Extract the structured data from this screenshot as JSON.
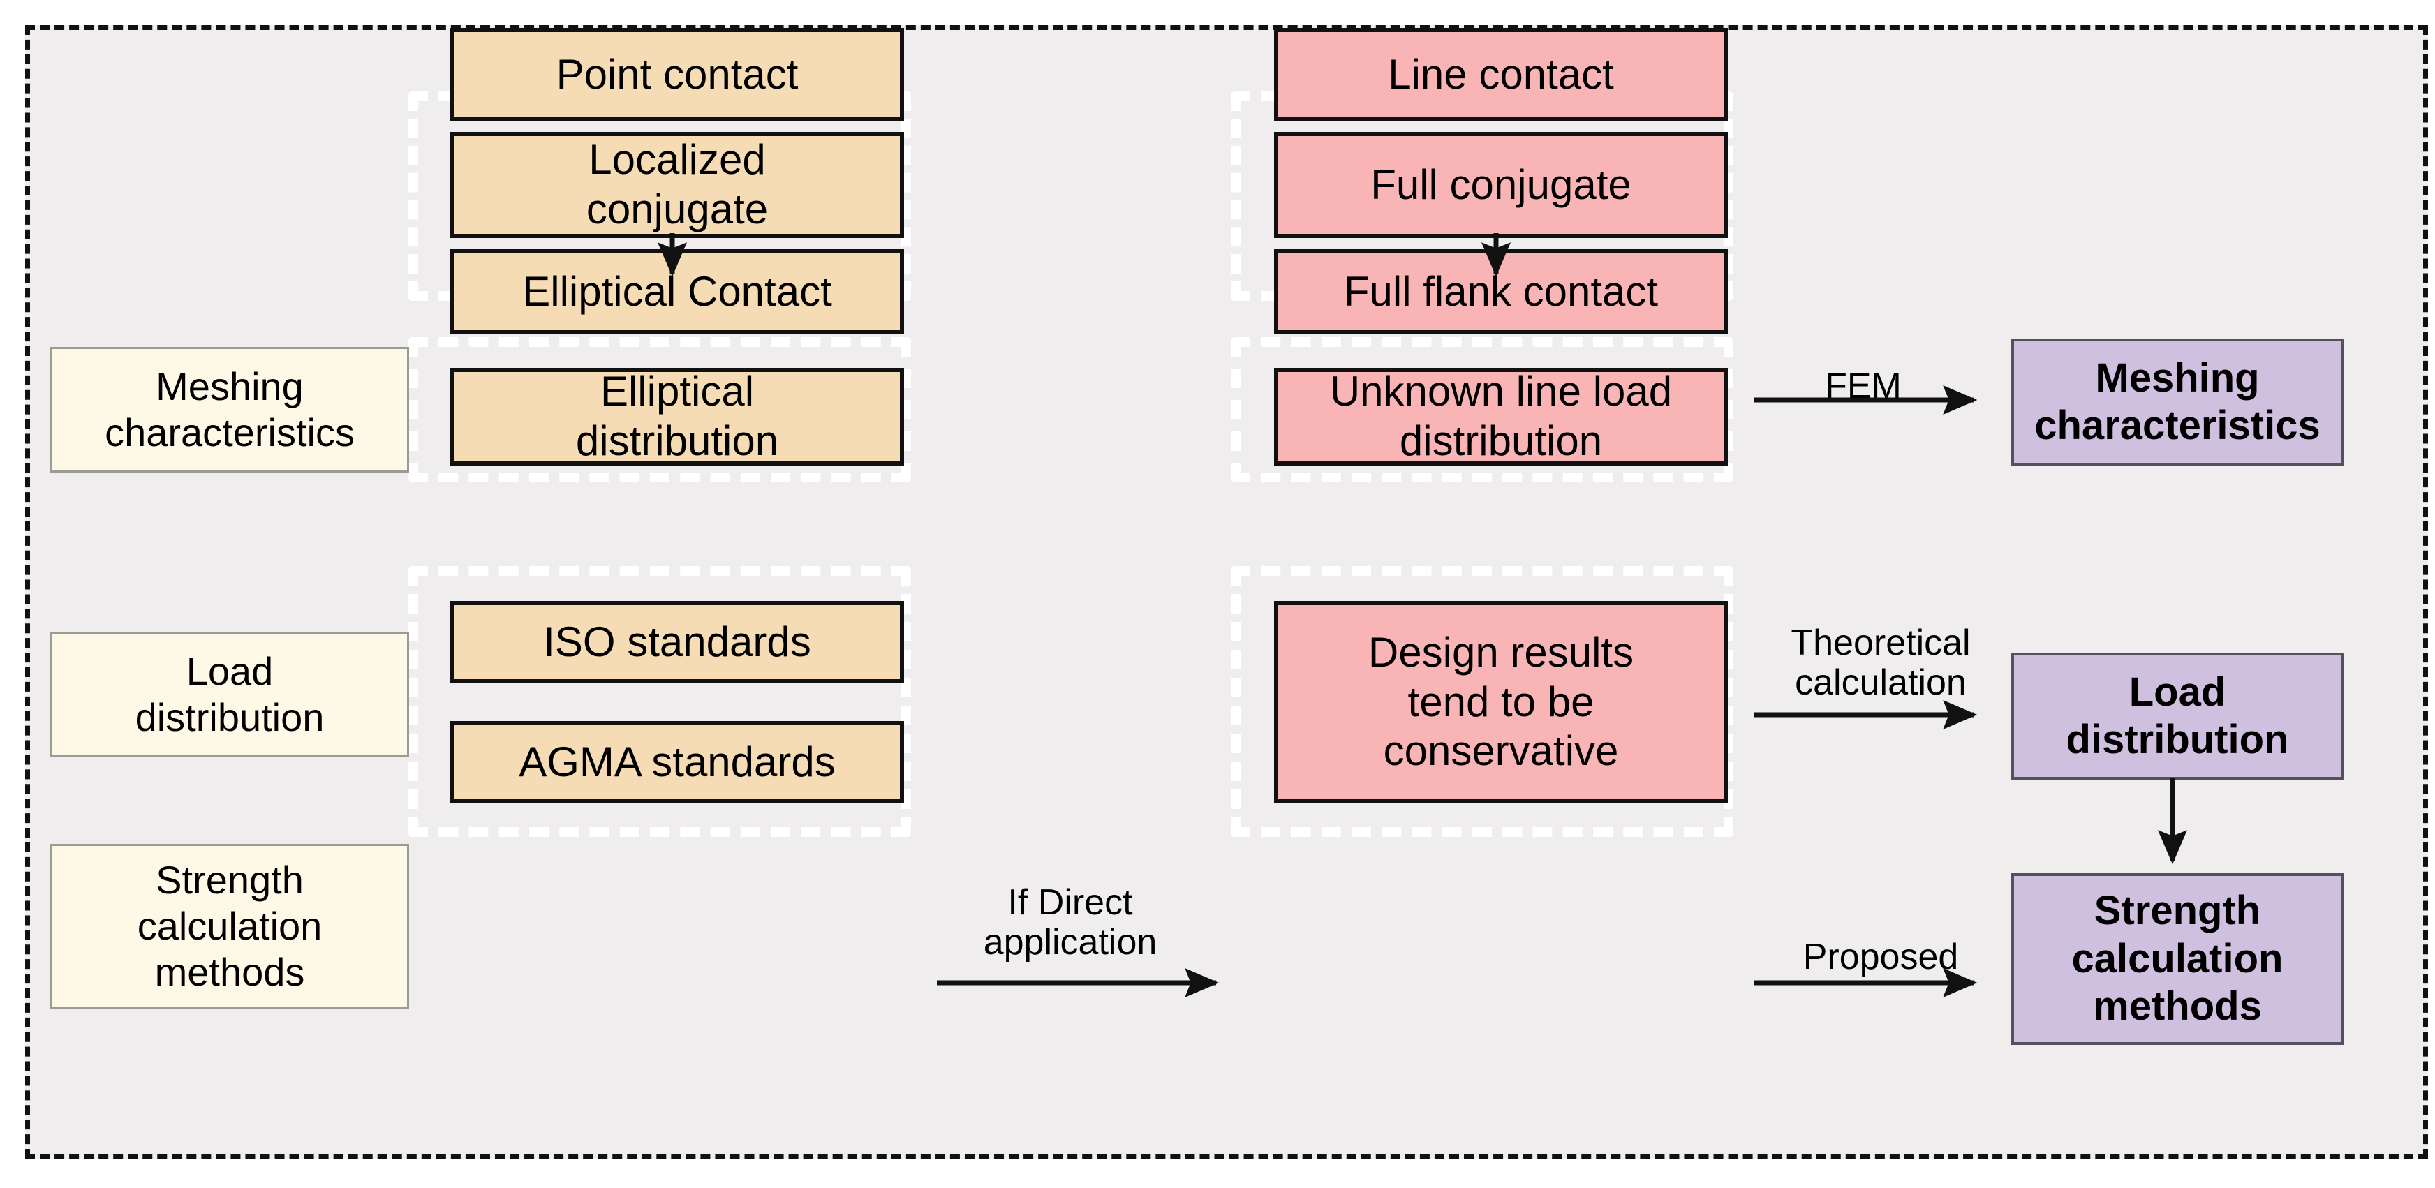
{
  "diagram": {
    "title": "Point contact vs line contact gear design flowchart",
    "background_color": "#efedee",
    "frame_border_color": "#111111",
    "colors": {
      "point_contact_fill": "#f6dcb5",
      "line_contact_fill": "#f9b5b5",
      "result_fill": "#cfc0e0",
      "row_label_fill": "#fdf9e6",
      "group_dash_color": "#ffffff",
      "stroke": "#111111"
    },
    "column_headers": [
      {
        "id": "point-contact",
        "label": "Point contact",
        "type": "tan"
      },
      {
        "id": "line-contact",
        "label": "Line contact",
        "type": "pink"
      }
    ],
    "row_labels": [
      {
        "id": "meshing-characteristics",
        "label": "Meshing\ncharacteristics"
      },
      {
        "id": "load-distribution",
        "label": "Load\ndistribution"
      },
      {
        "id": "strength-calculation-methods",
        "label": "Strength\ncalculation\nmethods"
      }
    ],
    "point_contact_nodes": [
      {
        "id": "localized-conjugate",
        "label": "Localized\nconjugate",
        "row": "meshing"
      },
      {
        "id": "elliptical-contact",
        "label": "Elliptical Contact",
        "row": "meshing"
      },
      {
        "id": "elliptical-distribution",
        "label": "Elliptical\ndistribution",
        "row": "load"
      },
      {
        "id": "iso-standards",
        "label": "ISO standards",
        "row": "strength"
      },
      {
        "id": "agma-standards",
        "label": "AGMA standards",
        "row": "strength"
      }
    ],
    "line_contact_nodes": [
      {
        "id": "full-conjugate",
        "label": "Full conjugate",
        "row": "meshing"
      },
      {
        "id": "full-flank-contact",
        "label": "Full flank contact",
        "row": "meshing"
      },
      {
        "id": "unknown-line-load-distribution",
        "label": "Unknown line load\ndistribution",
        "row": "load"
      },
      {
        "id": "design-results-conservative",
        "label": "Design results\ntend to be\nconservative",
        "row": "strength"
      }
    ],
    "result_nodes": [
      {
        "id": "result-meshing-characteristics",
        "label": "Meshing\ncharacteristics"
      },
      {
        "id": "result-load-distribution",
        "label": "Load\ndistribution"
      },
      {
        "id": "result-strength-calculation-methods",
        "label": "Strength\ncalculation\nmethods"
      }
    ],
    "edge_labels": [
      {
        "id": "fem",
        "label": "FEM"
      },
      {
        "id": "theoretical-calculation",
        "label": "Theoretical\ncalculation"
      },
      {
        "id": "if-direct-application",
        "label": "If Direct\napplication"
      },
      {
        "id": "proposed",
        "label": "Proposed"
      }
    ]
  }
}
